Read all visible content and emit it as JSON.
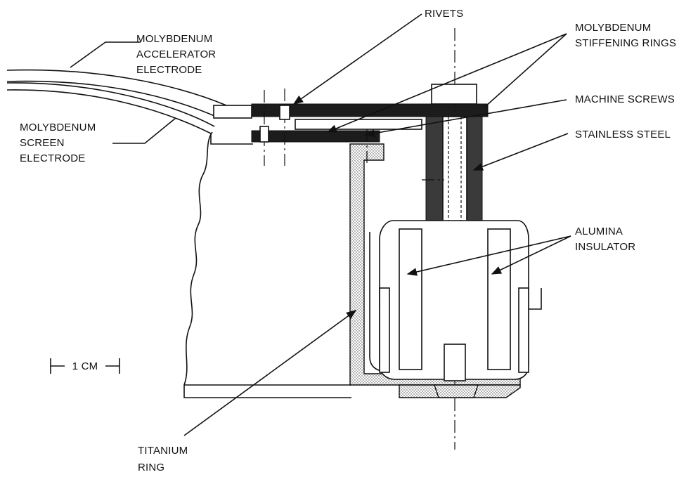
{
  "labels": {
    "accelerator": [
      "MOLYBDENUM",
      "ACCELERATOR",
      "ELECTRODE"
    ],
    "screen": [
      "MOLYBDENUM",
      "SCREEN",
      "ELECTRODE"
    ],
    "rivets": "RIVETS",
    "stiffening": [
      "MOLYBDENUM",
      "STIFFENING RINGS"
    ],
    "machine_screws": "MACHINE SCREWS",
    "stainless": "STAINLESS STEEL",
    "alumina": [
      "ALUMINA",
      "INSULATOR"
    ],
    "titanium": [
      "TITANIUM",
      "RING"
    ],
    "scale": "1 CM"
  },
  "colors": {
    "ink": "#111111",
    "dark_fill": "#1c1c1c",
    "steel_fill": "#3a3a3a",
    "background": "#ffffff"
  }
}
